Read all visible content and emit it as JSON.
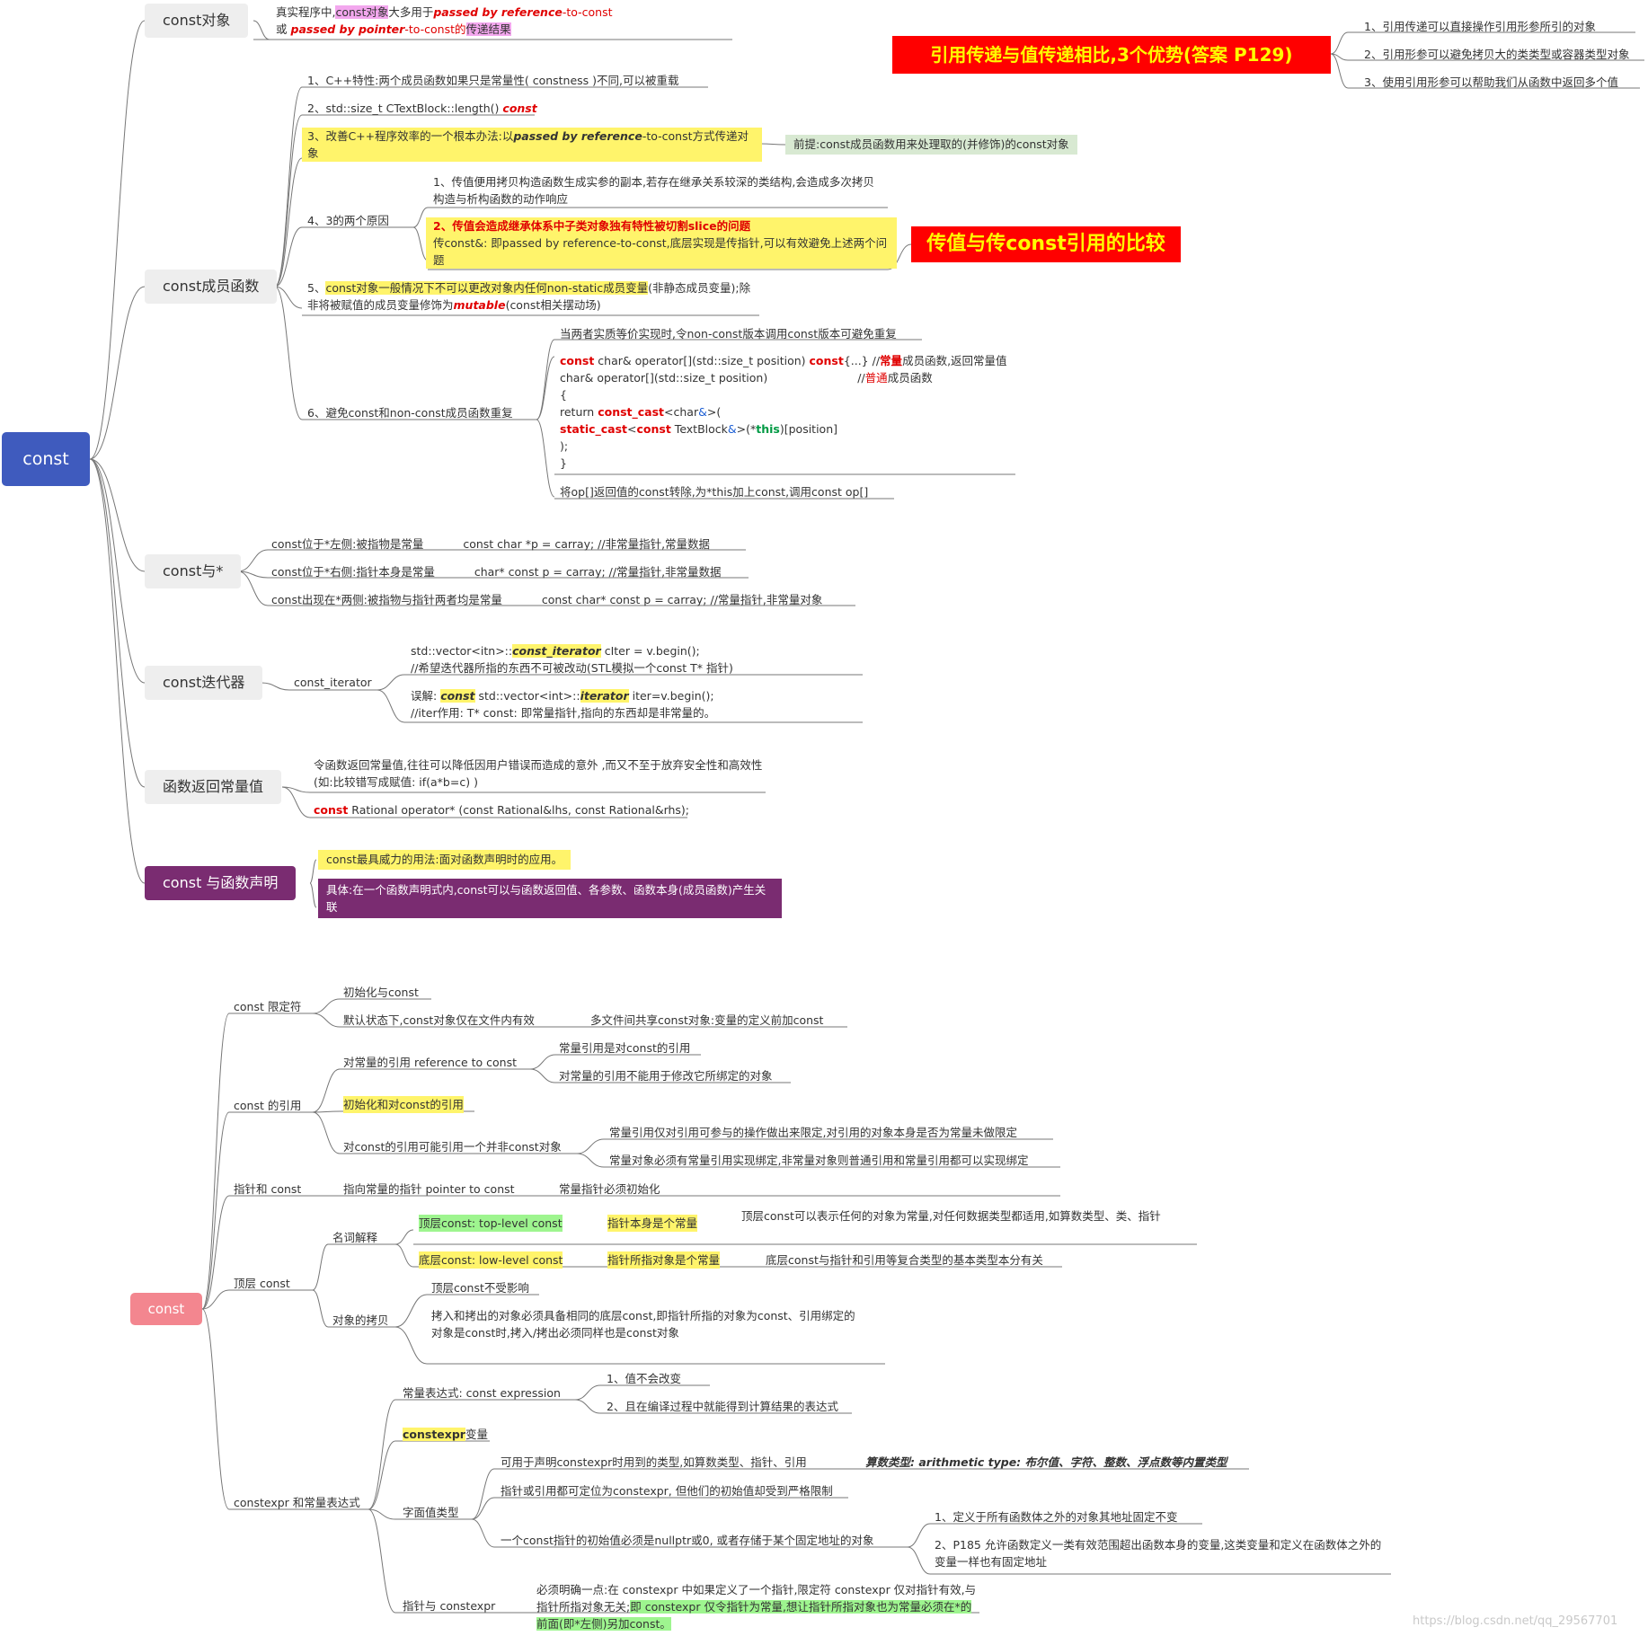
{
  "top": {
    "root": "const",
    "obj": {
      "label": "const对象",
      "l1a": "真实程序中,",
      "l1b": "const对象",
      "l1c": "大多用于",
      "l1d": "passed by reference",
      "l1e": "-to-const",
      "l2a": "或",
      "l2b": "passed by pointer",
      "l2c": "-to-const的",
      "l2d": "传递结果"
    },
    "mf": {
      "label": "const成员函数",
      "i1": "1、C++特性:两个成员函数如果只是常量性( constness )不同,可以被重载",
      "i2a": "2、std::size_t CTextBlock::length() ",
      "i2b": "const",
      "i3a": "3、改善C++程序效率的一个根本办法:以",
      "i3b": "passed by reference",
      "i3c": "-to-const方式传递对象",
      "prem": "前提:const成员函数用来处理取的(并修饰)的const对象",
      "i4": "4、3的两个原因",
      "i4a": "1、传值便用拷贝构造函数生成实参的副本,若存在继承关系较深的类结构,会造成多次拷贝构造与析构函数的动作响应",
      "i4b1": "2、传值会造成继承体系中子类对象独有特性被切割slice的问题",
      "i4b2": "传const&: 即passed by reference-to-const,底层实现是传指针,可以有效避免上述两个问题",
      "cmp": "传值与传const引用的比较",
      "i5a": "5、",
      "i5b": "const对象一般情况下不可以更改对象内任何non-static成员变量",
      "i5c": "(非静态成员变量);除非将被赋值的成员变量修饰为",
      "i5d": "mutable",
      "i5e": "(const相关摆动场)",
      "i6": "6、避免const和non-const成员函数重复",
      "c1": "当两者实质等价实现时,令non-const版本调用const版本可避免重复",
      "cl1a": "const",
      "cl1b": " char& operator[](std::size_t position) ",
      "cl1c": "const",
      "cl1d": "{...} //",
      "cl1e": "常量",
      "cl1f": "成员函数,返回常量值",
      "cl2a": "char& operator[](std::size_t position)",
      "cl2b": "//",
      "cl2c": "普通",
      "cl2d": "成员函数",
      "cl3": "{",
      "cl4a": "return ",
      "cl4b": "const_cast",
      "cl4c": "<char",
      "cl4d": "&",
      ">(": "",
      "cl4e": ">(",
      "cl5a": "static_cast",
      "cl5b": "<",
      "cl5c": "const",
      "cl5d": " TextBlock",
      "cl5e": "&",
      "cl5f": ">(*",
      "cl5g": "this",
      "cl5h": ")[position]",
      "cl6": ");",
      "cl7": "}",
      "c3": "将op[]返回值的const转除,为*this加上const,调用const op[]"
    },
    "ptr": {
      "label": "const与*",
      "r1a": "const位于*左侧:被指物是常量",
      "r1b": "const char *p = carray; //非常量指针,常量数据",
      "r2a": "const位于*右侧:指针本身是常量",
      "r2b": "char* const p = carray; //常量指针,非常量数据",
      "r3a": "const出现在*两侧:被指物与指针两者均是常量",
      "r3b": "const char* const p = carray; //常量指针,非常量对象"
    },
    "iter": {
      "label": "const迭代器",
      "sub": "const_iterator",
      "a1a": "std::vector<itn>::",
      "a1b": "const_iterator",
      "a1c": " cIter = v.begin();",
      "a2": "//希望迭代器所指的东西不可被改动(STL模拟一个const T* 指针)",
      "b1a": "误解: ",
      "b1b": "const",
      "b1c": " std::vector<int>::",
      "b1d": "iterator",
      "b1e": " iter=v.begin();",
      "b2": "//iter作用: T* const: 即常量指针,指向的东西却是非常量的。"
    },
    "ret": {
      "label": "函数返回常量值",
      "t1": "令函数返回常量值,往往可以降低因用户错误而造成的意外 ,而又不至于放弃安全性和高效性 (如:比较错写成赋值: if(a*b=c) )",
      "t2a": "const",
      "t2b": " Rational operator* (const Rational&lhs, const Rational&rhs);"
    },
    "decl": {
      "label": "const 与函数声明",
      "t1": "const最具威力的用法:面对函数声明时的应用。",
      "t2": "具体:在一个函数声明式内,const可以与函数返回值、各参数、函数本身(成员函数)产生关联"
    },
    "adv": {
      "title": "引用传递与值传递相比,3个优势(答案 P129)",
      "items": [
        "1、引用传递可以直接操作引用形参所引的对象",
        "2、引用形参可以避免拷贝大的类类型或容器类型对象",
        "3、使用引用形参可以帮助我们从函数中返回多个值"
      ]
    }
  },
  "bottom": {
    "root": "const",
    "q": {
      "label": "const 限定符",
      "a": "初始化与const",
      "b": "默认状态下,const对象仅在文件内有效",
      "c": "多文件间共享const对象:变量的定义前加const"
    },
    "ref": {
      "label": "const 的引用",
      "a": "对常量的引用 reference to const",
      "a1": "常量引用是对const的引用",
      "a2": "对常量的引用不能用于修改它所绑定的对象",
      "b": "初始化和对const的引用",
      "c": "对const的引用可能引用一个并非const对象",
      "c1": "常量引用仅对引用可参与的操作做出来限定,对引用的对象本身是否为常量未做限定",
      "c2": "常量对象必须有常量引用实现绑定,非常量对象则普通引用和常量引用都可以实现绑定"
    },
    "p": {
      "label": "指针和 const",
      "a": "指向常量的指针 pointer to const",
      "b": "常量指针必须初始化"
    },
    "top": {
      "label": "顶层 const",
      "n": "名词解释",
      "t1": "顶层const: top-level const",
      "t1b": "指针本身是个常量",
      "t1c": "顶层const可以表示任何的对象为常量,对任何数据类型都适用,如算数类型、类、指针",
      "t2": "底层const: low-level const",
      "t2b": "指针所指对象是个常量",
      "t2c": "底层const与指针和引用等复合类型的基本类型本分有关",
      "cp": "对象的拷贝",
      "cp1": "顶层const不受影响",
      "cp2": "拷入和拷出的对象必须具备相同的底层const,即指针所指的对象为const、引用绑定的对象是const时,拷入/拷出必须同样也是const对象"
    },
    "ce": {
      "label": "constexpr 和常量表达式",
      "e": "常量表达式: const expression",
      "e1": "1、值不会改变",
      "e2": "2、且在编译过程中就能得到计算结果的表达式",
      "v": "constexpr",
      "v2": "变量",
      "lit": "字面值类型",
      "l1": "可用于声明constexpr时用到的类型,如算数类型、指针、引用",
      "l1b": "算数类型: arithmetic type: 布尔值、字符、整数、浮点数等内置类型",
      "l2": "指针或引用都可定位为constexpr, 但他们的初始值却受到严格限制",
      "l3": "一个const指针的初始值必须是nullptr或0, 或者存储于某个固定地址的对象",
      "l3a": "1、定义于所有函数体之外的对象其地址固定不变",
      "l3b": "2、P185 允许函数定义一类有效范围超出函数本身的变量,这类变量和定义在函数体之外的变量一样也有固定地址",
      "pc": "指针与 constexpr",
      "pc1": "必须明确一点:在 constexpr 中如果定义了一个指针,限定符 constexpr 仅对指针有效,与指针所指对象无关;",
      "pc2": "即 constexpr 仅令指针为常量,想让指针所指对象也为常量必须在*的前面(即*左侧)另加const。"
    }
  },
  "watermark": "https://blog.csdn.net/qq_29567701",
  "colors": {
    "root_top": "#3f5bbe",
    "root_bottom": "#f3868f",
    "decl": "#7a2c71",
    "yellow": "#fff46b",
    "green": "#9ef58f",
    "red_box": "#ff0000"
  }
}
